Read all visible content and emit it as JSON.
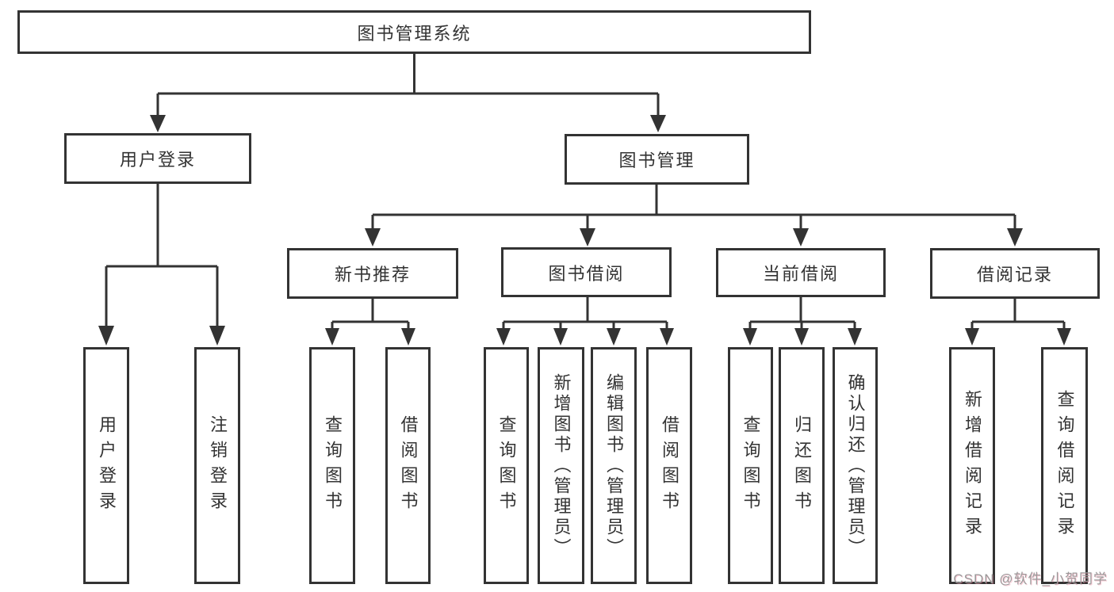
{
  "title": "图书管理系统",
  "watermark": "CSDN @软件_小贺同学",
  "colors": {
    "line": "#333333",
    "box_border": "#333333",
    "text": "#333333",
    "background": "#ffffff",
    "watermark": "#9a9a9a"
  },
  "tree": {
    "root": {
      "label": "图书管理系统"
    },
    "branches": [
      {
        "label": "用户登录",
        "leaves": [
          "用户登录",
          "注销登录"
        ]
      },
      {
        "label": "图书管理",
        "sections": [
          {
            "label": "新书推荐",
            "leaves": [
              "查询图书",
              "借阅图书"
            ]
          },
          {
            "label": "图书借阅",
            "leaves": [
              "查询图书",
              "新增图书（管理员）",
              "编辑图书（管理员）",
              "借阅图书"
            ]
          },
          {
            "label": "当前借阅",
            "leaves": [
              "查询图书",
              "归还图书",
              "确认归还（管理员）"
            ]
          },
          {
            "label": "借阅记录",
            "leaves": [
              "新增借阅记录",
              "查询借阅记录"
            ]
          }
        ]
      }
    ]
  }
}
